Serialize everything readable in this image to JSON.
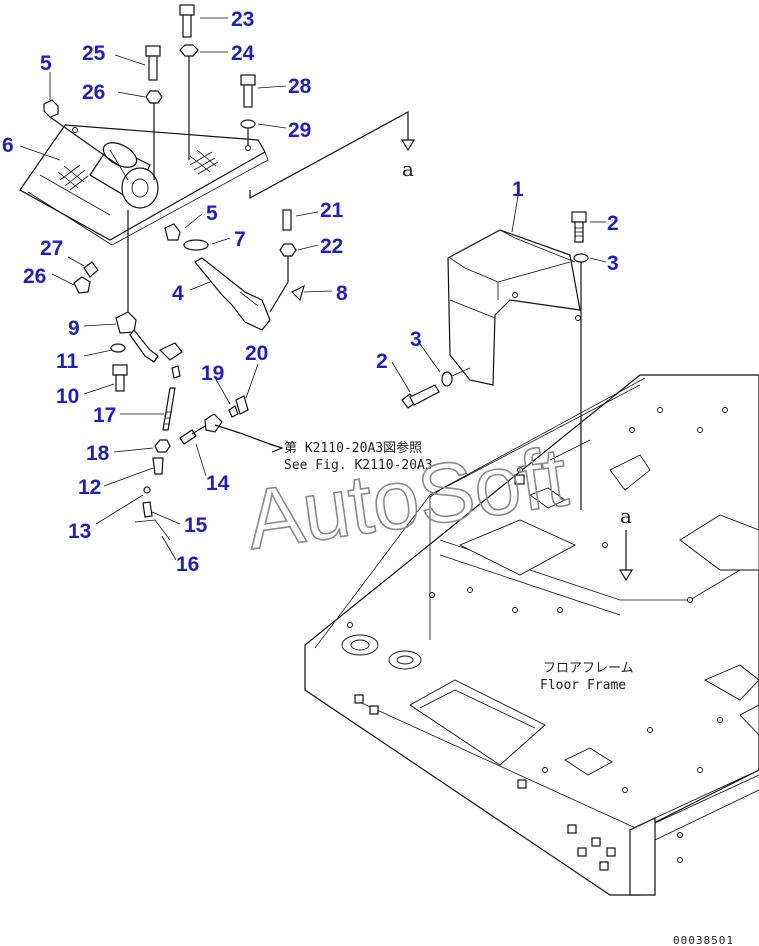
{
  "callouts": [
    {
      "id": "c23",
      "label": "23"
    },
    {
      "id": "c25",
      "label": "25"
    },
    {
      "id": "c24",
      "label": "24"
    },
    {
      "id": "c5a",
      "label": "5"
    },
    {
      "id": "c26a",
      "label": "26"
    },
    {
      "id": "c28",
      "label": "28"
    },
    {
      "id": "c29",
      "label": "29"
    },
    {
      "id": "c6",
      "label": "6"
    },
    {
      "id": "c1",
      "label": "1"
    },
    {
      "id": "c5b",
      "label": "5"
    },
    {
      "id": "c21",
      "label": "21"
    },
    {
      "id": "c2a",
      "label": "2"
    },
    {
      "id": "c7",
      "label": "7"
    },
    {
      "id": "c27",
      "label": "27"
    },
    {
      "id": "c22",
      "label": "22"
    },
    {
      "id": "c3a",
      "label": "3"
    },
    {
      "id": "c26b",
      "label": "26"
    },
    {
      "id": "c4",
      "label": "4"
    },
    {
      "id": "c8",
      "label": "8"
    },
    {
      "id": "c9",
      "label": "9"
    },
    {
      "id": "c3b",
      "label": "3"
    },
    {
      "id": "c2b",
      "label": "2"
    },
    {
      "id": "c20",
      "label": "20"
    },
    {
      "id": "c11",
      "label": "11"
    },
    {
      "id": "c19",
      "label": "19"
    },
    {
      "id": "c10",
      "label": "10"
    },
    {
      "id": "c17",
      "label": "17"
    },
    {
      "id": "c18",
      "label": "18"
    },
    {
      "id": "c14",
      "label": "14"
    },
    {
      "id": "c12",
      "label": "12"
    },
    {
      "id": "c15",
      "label": "15"
    },
    {
      "id": "c13",
      "label": "13"
    },
    {
      "id": "c16",
      "label": "16"
    }
  ],
  "reference": {
    "jp": "第 K2110-20A3図参照",
    "en": "See Fig. K2110-20A3"
  },
  "floor_frame": {
    "jp": "フロアフレーム",
    "en": "Floor Frame"
  },
  "connection_mark": "a",
  "watermark": "AutoSoft",
  "diagram_id": "00038501",
  "colors": {
    "callout": "#1f1fbf",
    "line": "#111111",
    "watermark": "#8a8a8a"
  }
}
